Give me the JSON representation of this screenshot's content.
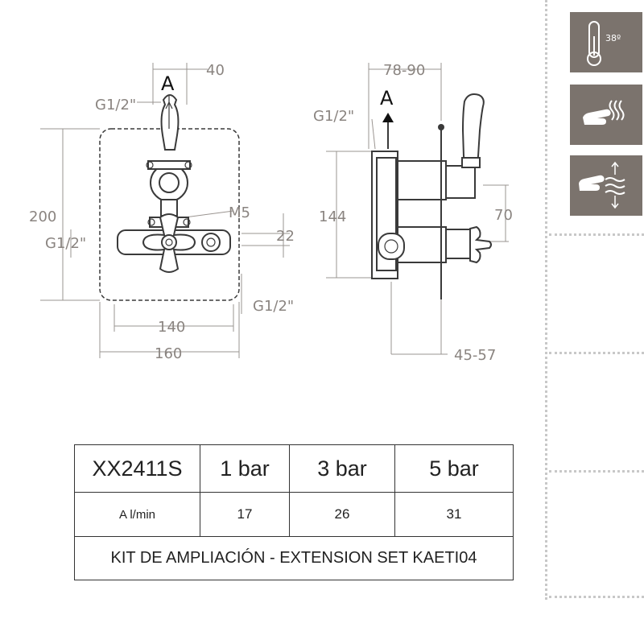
{
  "drawing": {
    "front_view": {
      "arrow_label": "A",
      "dim_top": "40",
      "thread_top": "G1/2\"",
      "dim_height": "200",
      "thread_left": "G1/2\"",
      "screw_label": "M5",
      "dim_right": "22",
      "thread_bottom": "G1/2\"",
      "dim_width_inner": "140",
      "dim_width_outer": "160"
    },
    "side_view": {
      "arrow_label": "A",
      "dim_depth_top": "78-90",
      "thread_top": "G1/2\"",
      "dim_height": "144",
      "dim_spacing": "70",
      "dim_depth_bottom": "45-57"
    }
  },
  "icons": [
    {
      "name": "thermometer-icon",
      "text": "38º"
    },
    {
      "name": "hand-heat-icon"
    },
    {
      "name": "hand-water-flow-icon"
    }
  ],
  "table": {
    "model": "XX2411S",
    "pressures": [
      "1 bar",
      "3 bar",
      "5 bar"
    ],
    "flow_label": "A l/min",
    "flows": [
      "17",
      "26",
      "31"
    ],
    "footer": "KIT DE AMPLIACIÓN - EXTENSION SET KAETI04"
  },
  "colors": {
    "icon_background": "#7b736d",
    "dimension_text": "#8a8480",
    "line": "#3a3a3a"
  }
}
